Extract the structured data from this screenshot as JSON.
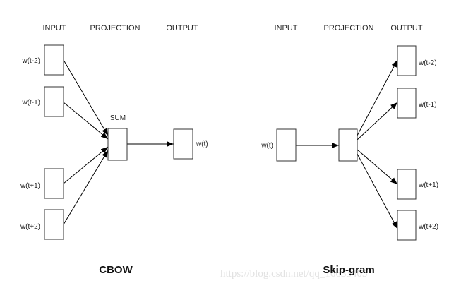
{
  "cbow": {
    "headers": {
      "input": "INPUT",
      "projection": "PROJECTION",
      "output": "OUTPUT"
    },
    "inputs": [
      "w(t-2)",
      "w(t-1)",
      "w(t+1)",
      "w(t+2)"
    ],
    "projection_label": "SUM",
    "output": "w(t)",
    "caption": "CBOW"
  },
  "skipgram": {
    "headers": {
      "input": "INPUT",
      "projection": "PROJECTION",
      "output": "OUTPUT"
    },
    "input": "w(t)",
    "outputs": [
      "w(t-2)",
      "w(t-1)",
      "w(t+1)",
      "w(t+2)"
    ],
    "caption": "Skip-gram"
  },
  "watermark": "https://blog.csdn.net/qq_16633405"
}
